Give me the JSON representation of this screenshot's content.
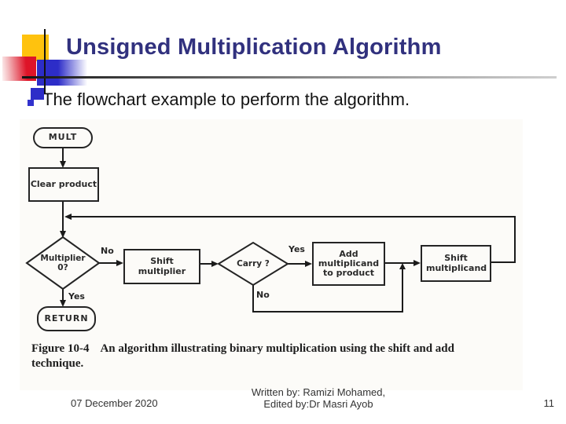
{
  "slide": {
    "title": "Unsigned Multiplication Algorithm",
    "bullet_text": "The flowchart example to perform the algorithm."
  },
  "flowchart": {
    "nodes": {
      "start": "MULT",
      "clear_product": "Clear product",
      "multiplier_zero": "Multiplier 0?",
      "shift_multiplier": "Shift multiplier",
      "carry": "Carry ?",
      "add_multiplicand": "Add multiplicand to product",
      "shift_multiplicand": "Shift multiplicand",
      "return": "RETURN"
    },
    "edge_labels": {
      "multiplier_no": "No",
      "multiplier_yes": "Yes",
      "carry_yes": "Yes",
      "carry_no": "No"
    },
    "caption": {
      "label": "Figure 10-4",
      "line1": "An algorithm illustrating binary multiplication using the shift and add",
      "line2": "technique."
    }
  },
  "footer": {
    "date": "07 December 2020",
    "credit_line1": "Written by: Ramizi Mohamed,",
    "credit_line2": "Edited by:Dr Masri Ayob",
    "page_number": "11"
  },
  "colors": {
    "title": "#31317E",
    "accent_blue": "#2D2DC8",
    "accent_yellow": "#FFC20E",
    "accent_red": "#DE1428",
    "line": "#1B1B1B"
  }
}
